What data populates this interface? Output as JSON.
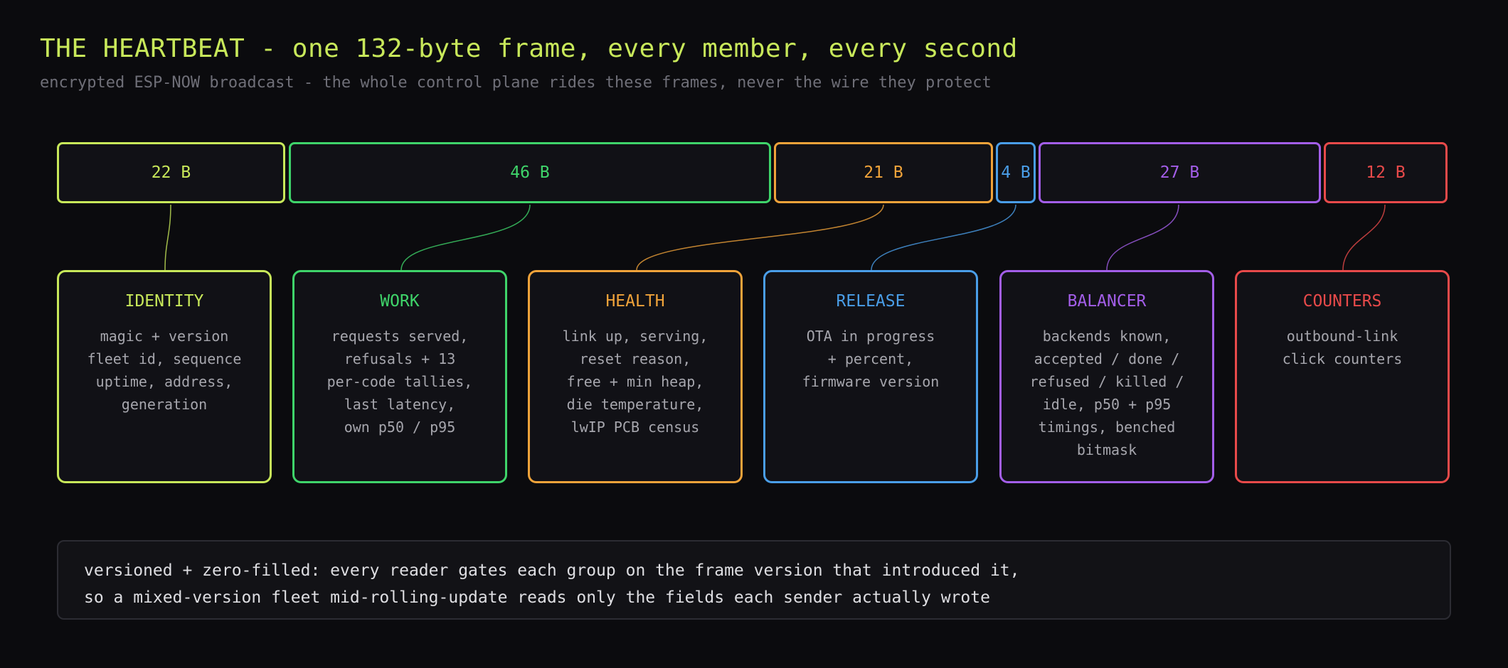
{
  "title": "THE HEARTBEAT - one 132-byte frame, every member, every second",
  "subtitle": "encrypted ESP-NOW broadcast - the whole control plane rides these frames, never the wire they protect",
  "colors": {
    "background": "#0b0b0e",
    "identity": "#c8e85a",
    "work": "#3fd46a",
    "health": "#f0a33a",
    "release": "#4a9ee8",
    "balancer": "#a35ee8",
    "counters": "#e84a4a"
  },
  "segments": [
    {
      "label": "22 B",
      "bytes": 22
    },
    {
      "label": "46 B",
      "bytes": 46
    },
    {
      "label": "21 B",
      "bytes": 21
    },
    {
      "label": "4 B",
      "bytes": 4
    },
    {
      "label": "27 B",
      "bytes": 27
    },
    {
      "label": "12 B",
      "bytes": 12
    }
  ],
  "groups": [
    {
      "title": "IDENTITY",
      "body": "magic + version\nfleet id, sequence\nuptime, address,\ngeneration"
    },
    {
      "title": "WORK",
      "body": "requests served,\nrefusals + 13\nper-code tallies,\nlast latency,\nown p50 / p95"
    },
    {
      "title": "HEALTH",
      "body": "link up, serving,\nreset reason,\nfree + min heap,\ndie temperature,\nlwIP PCB census"
    },
    {
      "title": "RELEASE",
      "body": "OTA in progress\n+ percent,\nfirmware version"
    },
    {
      "title": "BALANCER",
      "body": "backends known,\naccepted / done /\nrefused / killed /\nidle, p50 + p95\ntimings, benched\nbitmask"
    },
    {
      "title": "COUNTERS",
      "body": "outbound-link\nclick counters"
    }
  ],
  "note": {
    "line1": "versioned + zero-filled: every reader gates each group on the frame version that introduced it,",
    "line2": "so a mixed-version fleet mid-rolling-update reads only the fields each sender actually wrote"
  }
}
